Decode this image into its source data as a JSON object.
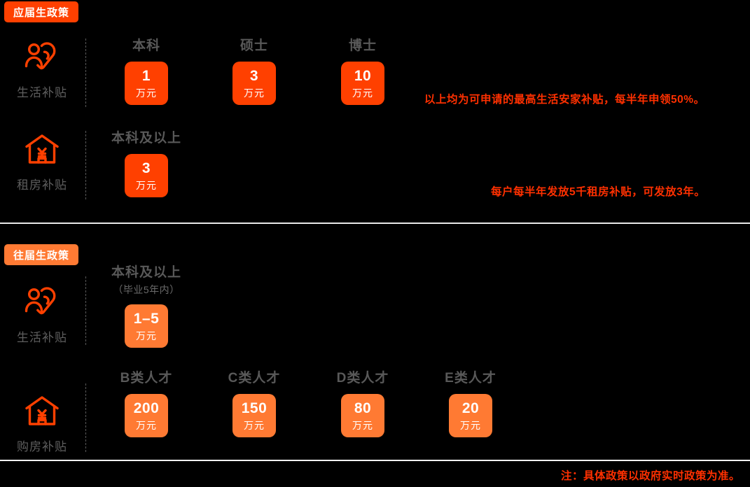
{
  "theme": {
    "background": "#000000",
    "accent_primary": "#FF4000",
    "accent_secondary": "#FF7A33",
    "note_color": "#FF3000",
    "label_color": "#595959"
  },
  "sections": [
    {
      "badge": "应届生政策",
      "rows": [
        {
          "icon": "people-heart-icon",
          "label": "生活补贴",
          "cells": [
            {
              "degree": "本科",
              "degree_sub": "",
              "amount": "1",
              "unit": "万元"
            },
            {
              "degree": "硕士",
              "degree_sub": "",
              "amount": "3",
              "unit": "万元"
            },
            {
              "degree": "博士",
              "degree_sub": "",
              "amount": "10",
              "unit": "万元"
            }
          ],
          "note": "以上均为可申请的最高生活安家补贴，每半年申领50%。"
        },
        {
          "icon": "house-yuan-icon",
          "label": "租房补贴",
          "cells": [
            {
              "degree": "本科及以上",
              "degree_sub": "",
              "amount": "3",
              "unit": "万元"
            }
          ],
          "note": "每户每半年发放5千租房补贴，可发放3年。"
        }
      ]
    },
    {
      "badge": "往届生政策",
      "rows": [
        {
          "icon": "people-heart-icon",
          "label": "生活补贴",
          "cells": [
            {
              "degree": "本科及以上",
              "degree_sub": "（毕业5年内）",
              "amount": "1–5",
              "unit": "万元"
            }
          ],
          "note": ""
        },
        {
          "icon": "house-yuan-icon",
          "label": "购房补贴",
          "cells": [
            {
              "degree": "B类人才",
              "degree_sub": "",
              "amount": "200",
              "unit": "万元"
            },
            {
              "degree": "C类人才",
              "degree_sub": "",
              "amount": "150",
              "unit": "万元"
            },
            {
              "degree": "D类人才",
              "degree_sub": "",
              "amount": "80",
              "unit": "万元"
            },
            {
              "degree": "E类人才",
              "degree_sub": "",
              "amount": "20",
              "unit": "万元"
            }
          ],
          "note": ""
        }
      ]
    }
  ],
  "footer_note": "注：具体政策以政府实时政策为准。"
}
